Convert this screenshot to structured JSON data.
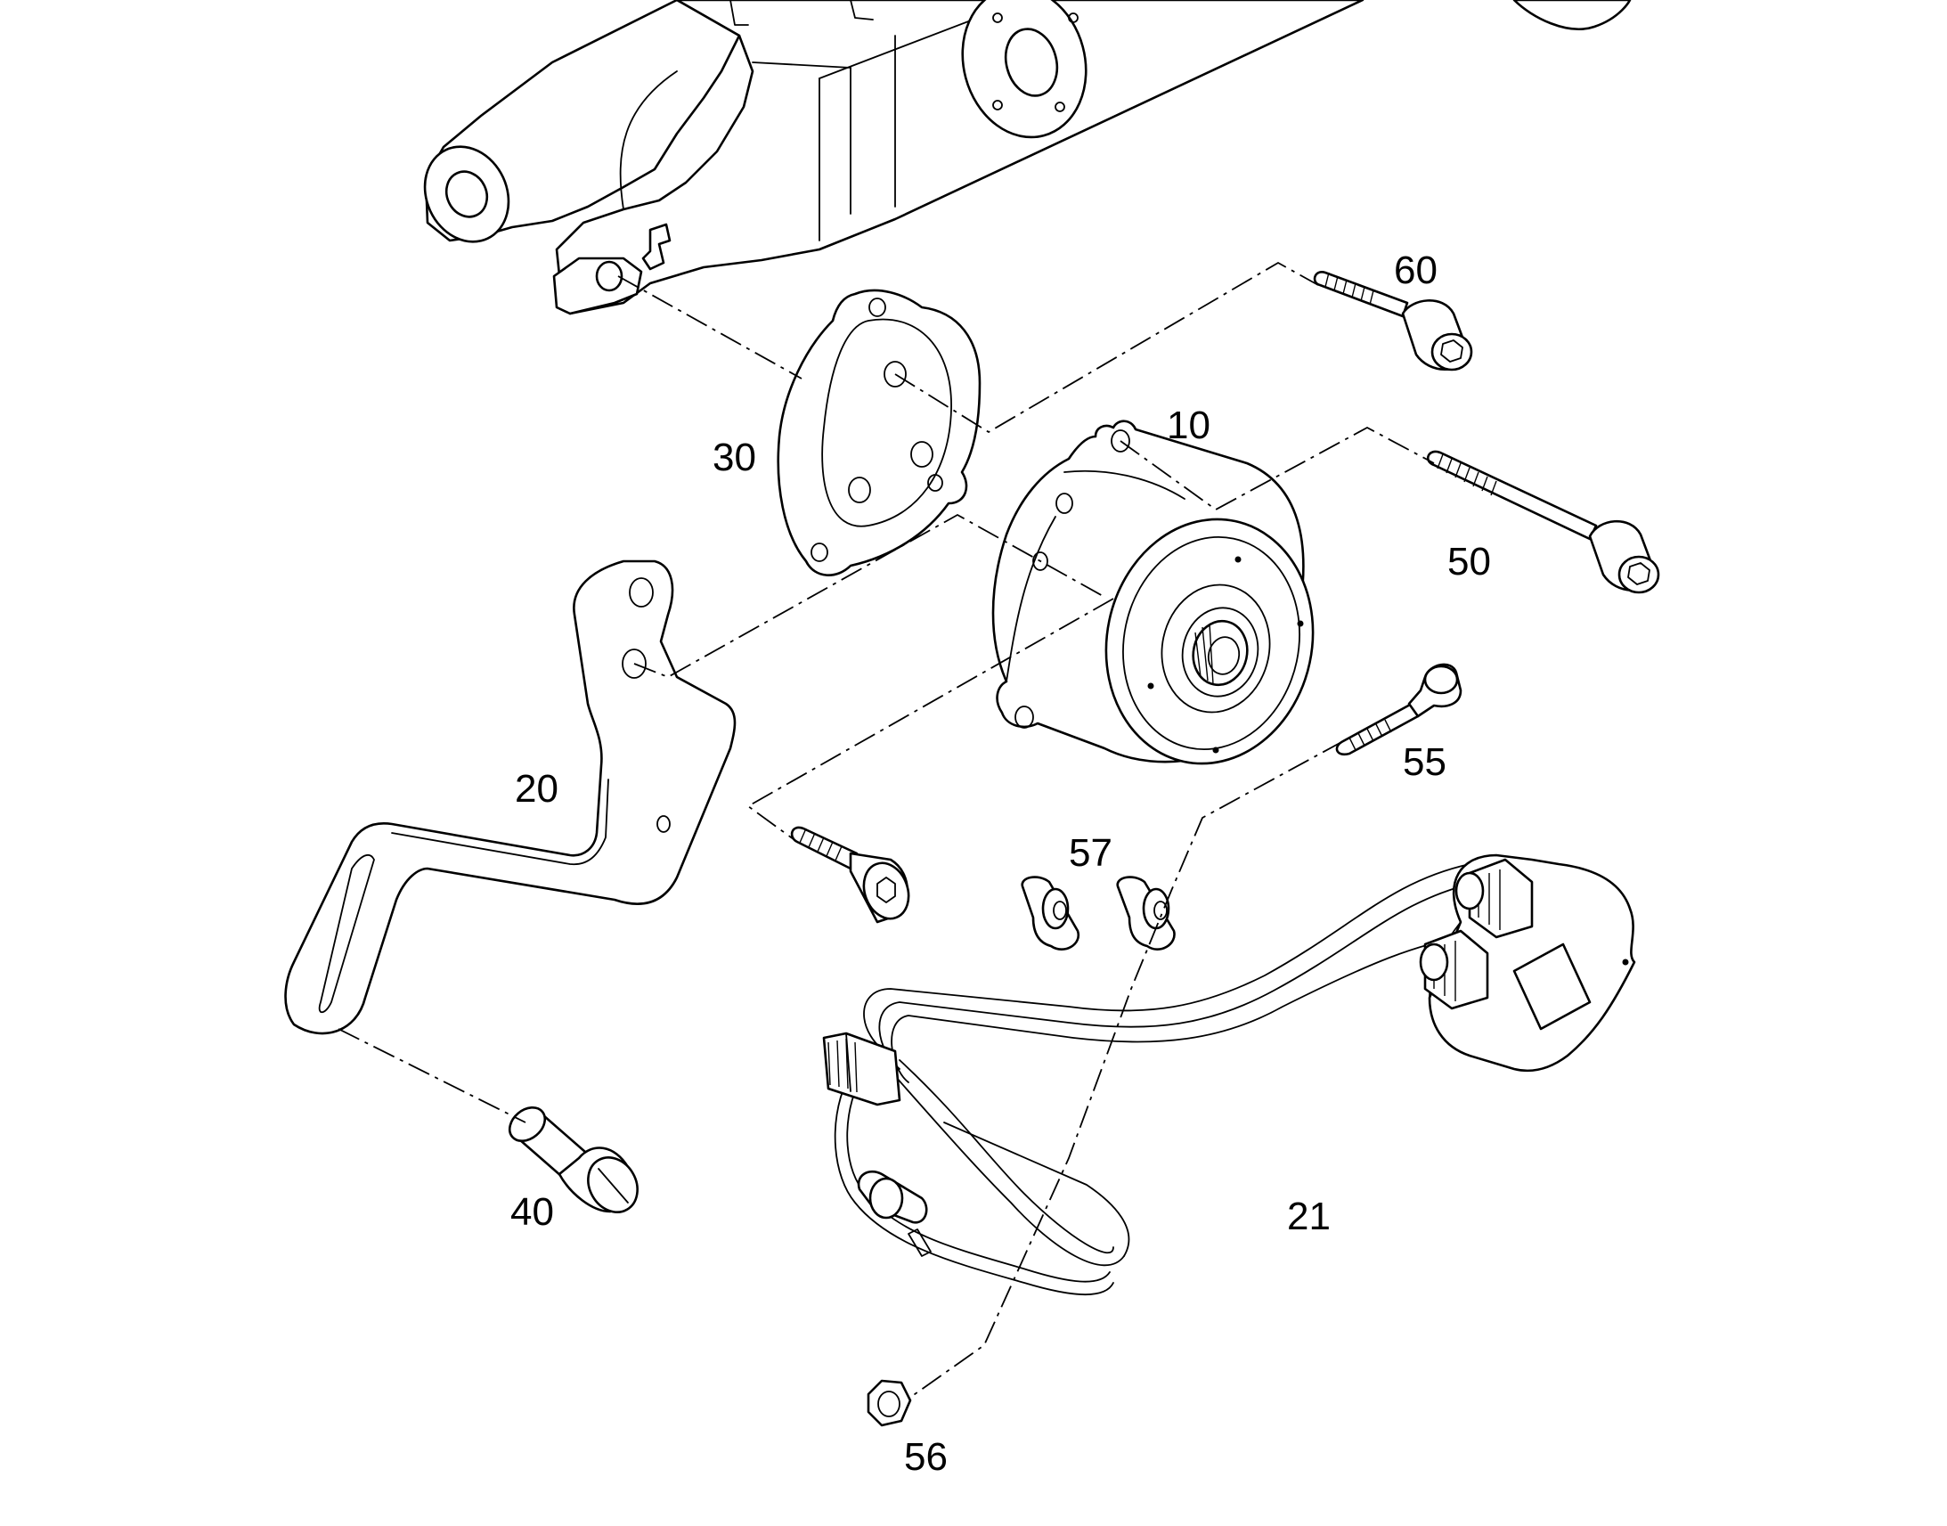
{
  "diagram": {
    "background": "#ffffff",
    "line_color": "#000000",
    "callouts": {
      "bracket": "20",
      "encoder_harness": "21",
      "adapter_flange": "30",
      "drive_unit": "10",
      "long_screw": "50",
      "screw_top": "60",
      "stud": "55",
      "grommets": "57",
      "pin": "40",
      "nut": "56"
    }
  }
}
